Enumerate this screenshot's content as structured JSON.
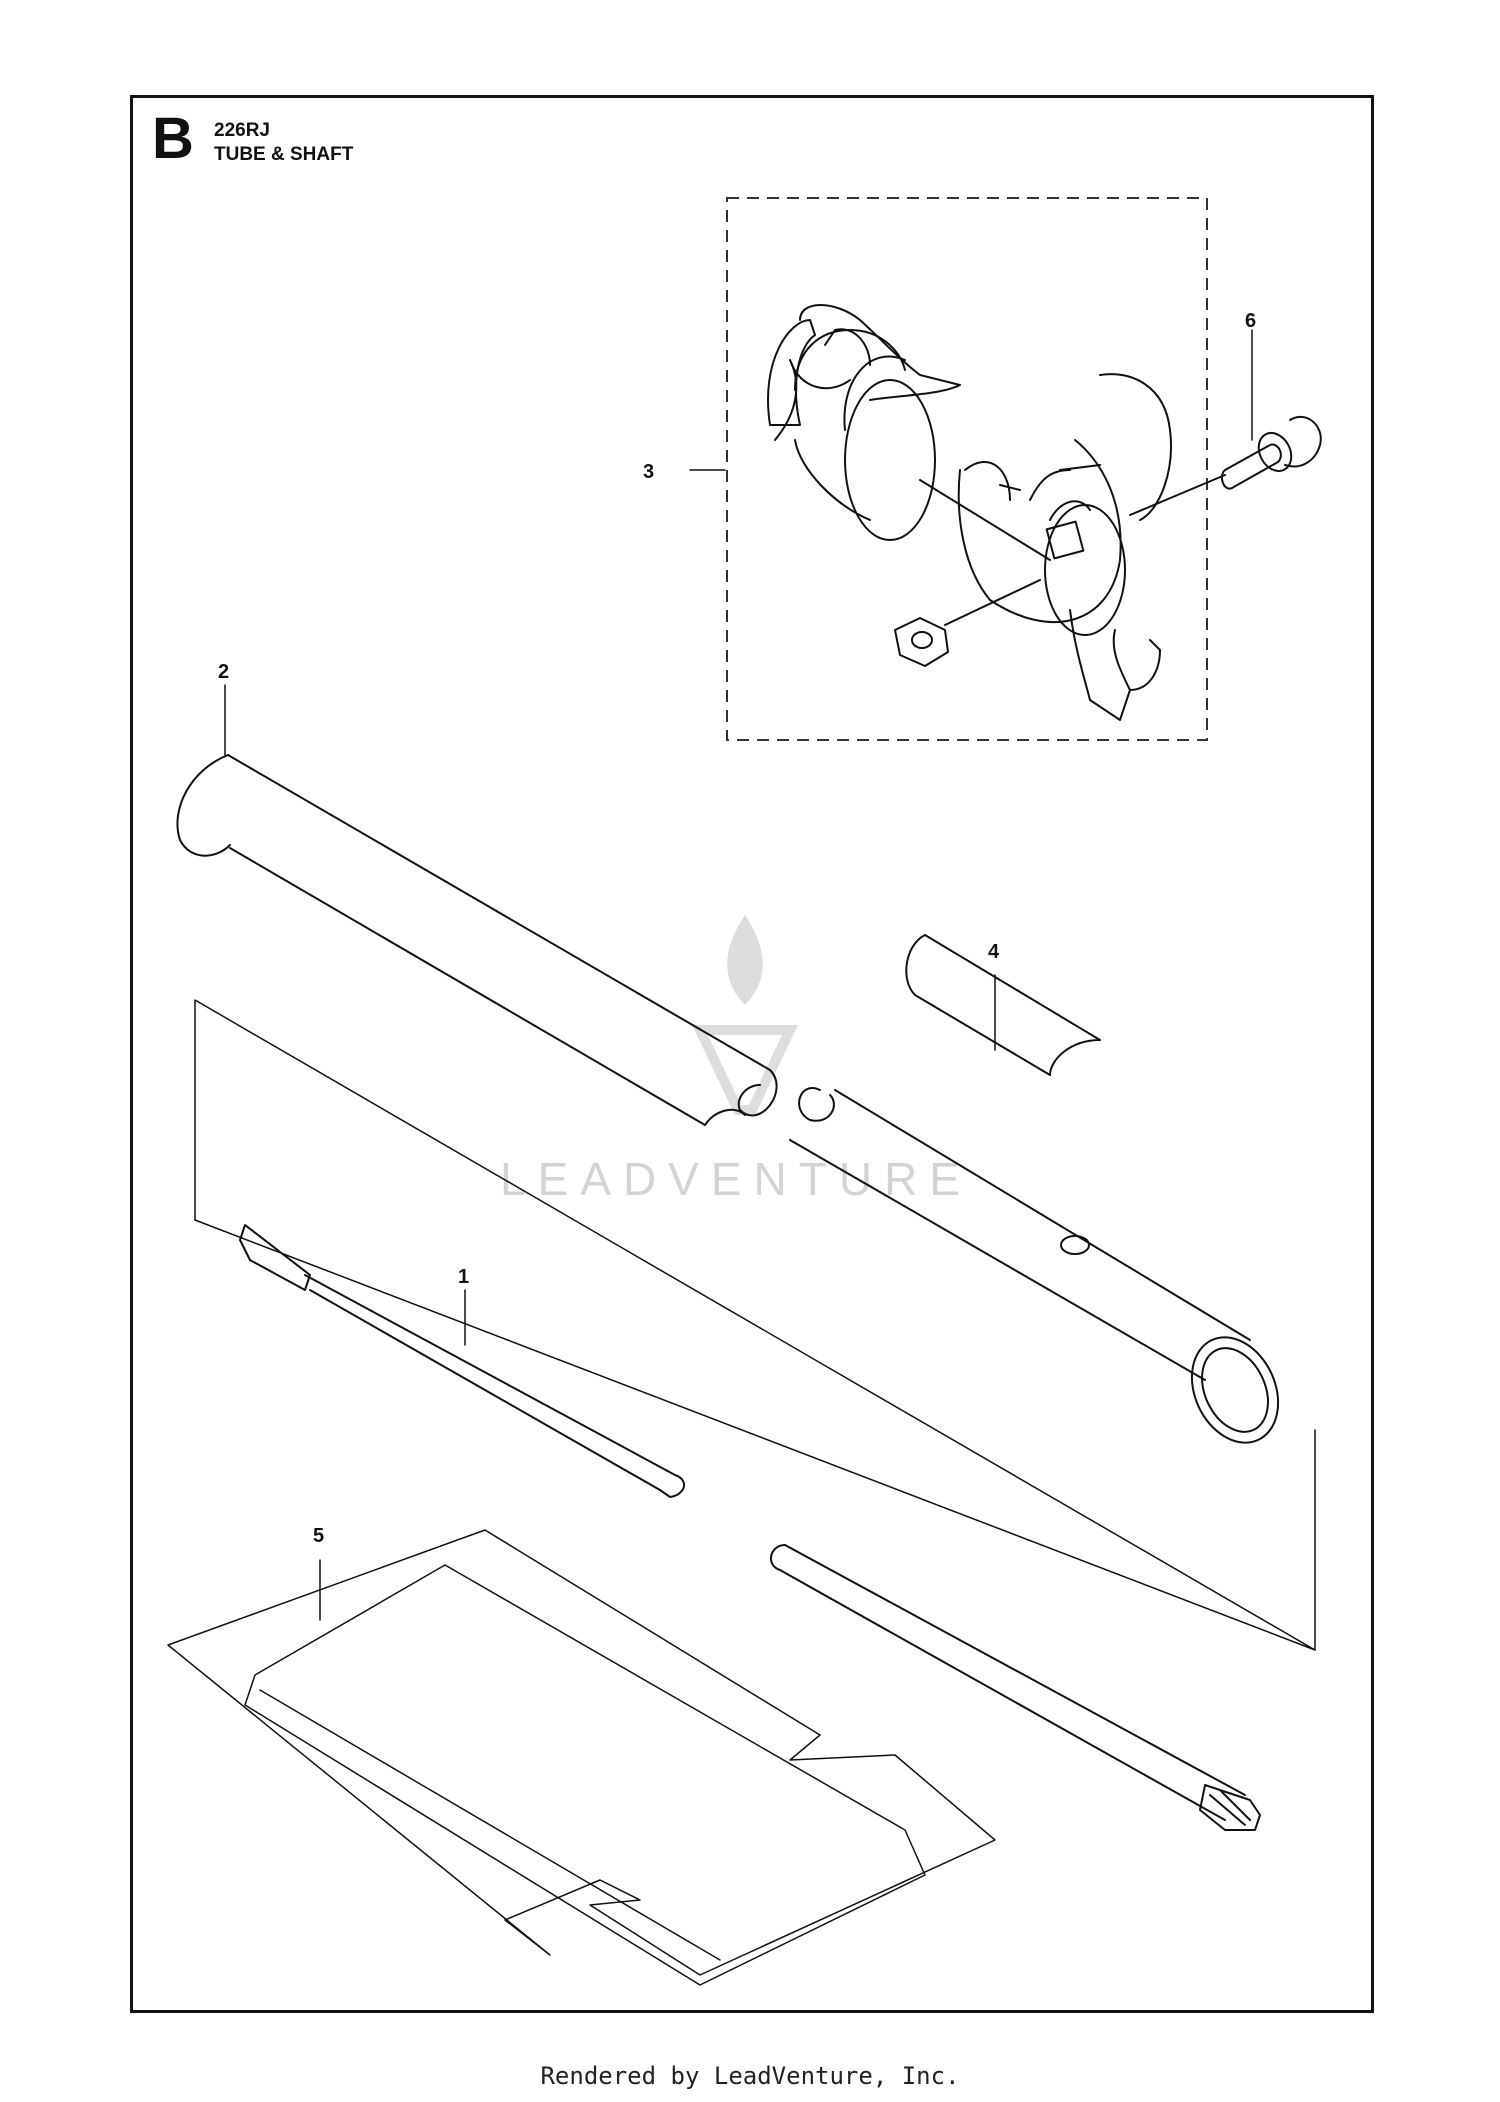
{
  "header": {
    "section_letter": "B",
    "model": "226RJ",
    "title": "TUBE & SHAFT"
  },
  "callouts": [
    "1",
    "2",
    "3",
    "4",
    "5",
    "6"
  ],
  "watermark": "LEADVENTURE",
  "footer": "Rendered by LeadVenture, Inc.",
  "colors": {
    "line": "#111111",
    "watermark": "#cfcfcf",
    "background": "#ffffff"
  }
}
